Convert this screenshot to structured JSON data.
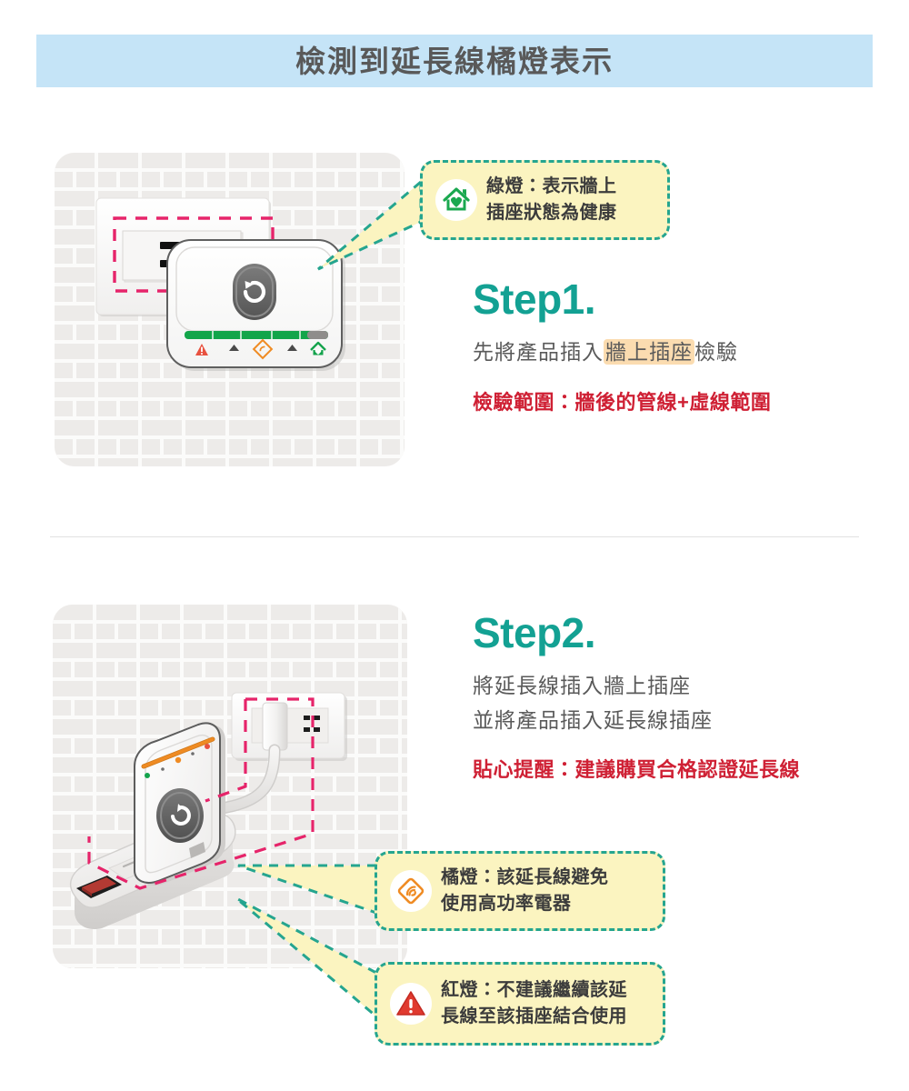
{
  "header": {
    "title": "檢測到延長線橘燈表示",
    "banner_color": "#c5e4f7",
    "title_color": "#595959"
  },
  "theme": {
    "accent_teal": "#13a193",
    "note_red": "#cf2034",
    "highlight_peach": "#fbdcb0",
    "callout_bg": "#fbf4c0",
    "callout_border": "#25a58f",
    "dashed_pink": "#e6246a",
    "led_green": "#13a54a",
    "led_orange": "#ef8b23",
    "led_red": "#e03a2f"
  },
  "steps": [
    {
      "heading": "Step1.",
      "lines": [
        {
          "before": "先將產品插入",
          "highlight": "牆上插座",
          "after": "檢驗"
        }
      ],
      "note": "檢驗範圍：牆後的管線+虛線範圍",
      "illustration": {
        "name": "wall-outlet-with-device",
        "device_button_icon": "power-reset-icon",
        "led_state": "green",
        "indicators": [
          "warning-triangle-icon",
          "up-arrow-icon",
          "orange-diamond-icon",
          "up-arrow-icon",
          "green-house-icon"
        ]
      }
    },
    {
      "heading": "Step2.",
      "lines": [
        {
          "before": "將延長線插入牆上插座",
          "highlight": "",
          "after": ""
        },
        {
          "before": "並將產品插入延長線插座",
          "highlight": "",
          "after": ""
        }
      ],
      "note": "貼心提醒：建議購買合格認證延長線",
      "illustration": {
        "name": "power-strip-with-device",
        "device_button_icon": "power-reset-icon",
        "led_state": "orange",
        "switch_color": "#b33a33"
      }
    }
  ],
  "callouts": [
    {
      "id": "green",
      "icon": "house-heart-icon",
      "icon_color": "#1aa84f",
      "lines": [
        "綠燈：表示牆上",
        "插座狀態為健康"
      ]
    },
    {
      "id": "orange",
      "icon": "diamond-signal-icon",
      "icon_color": "#ef8b23",
      "lines": [
        "橘燈：該延長線避免",
        "使用高功率電器"
      ]
    },
    {
      "id": "red",
      "icon": "warning-triangle-icon",
      "icon_color": "#e03a2f",
      "lines": [
        "紅燈：不建議繼續該延",
        "長線至該插座結合使用"
      ]
    }
  ]
}
